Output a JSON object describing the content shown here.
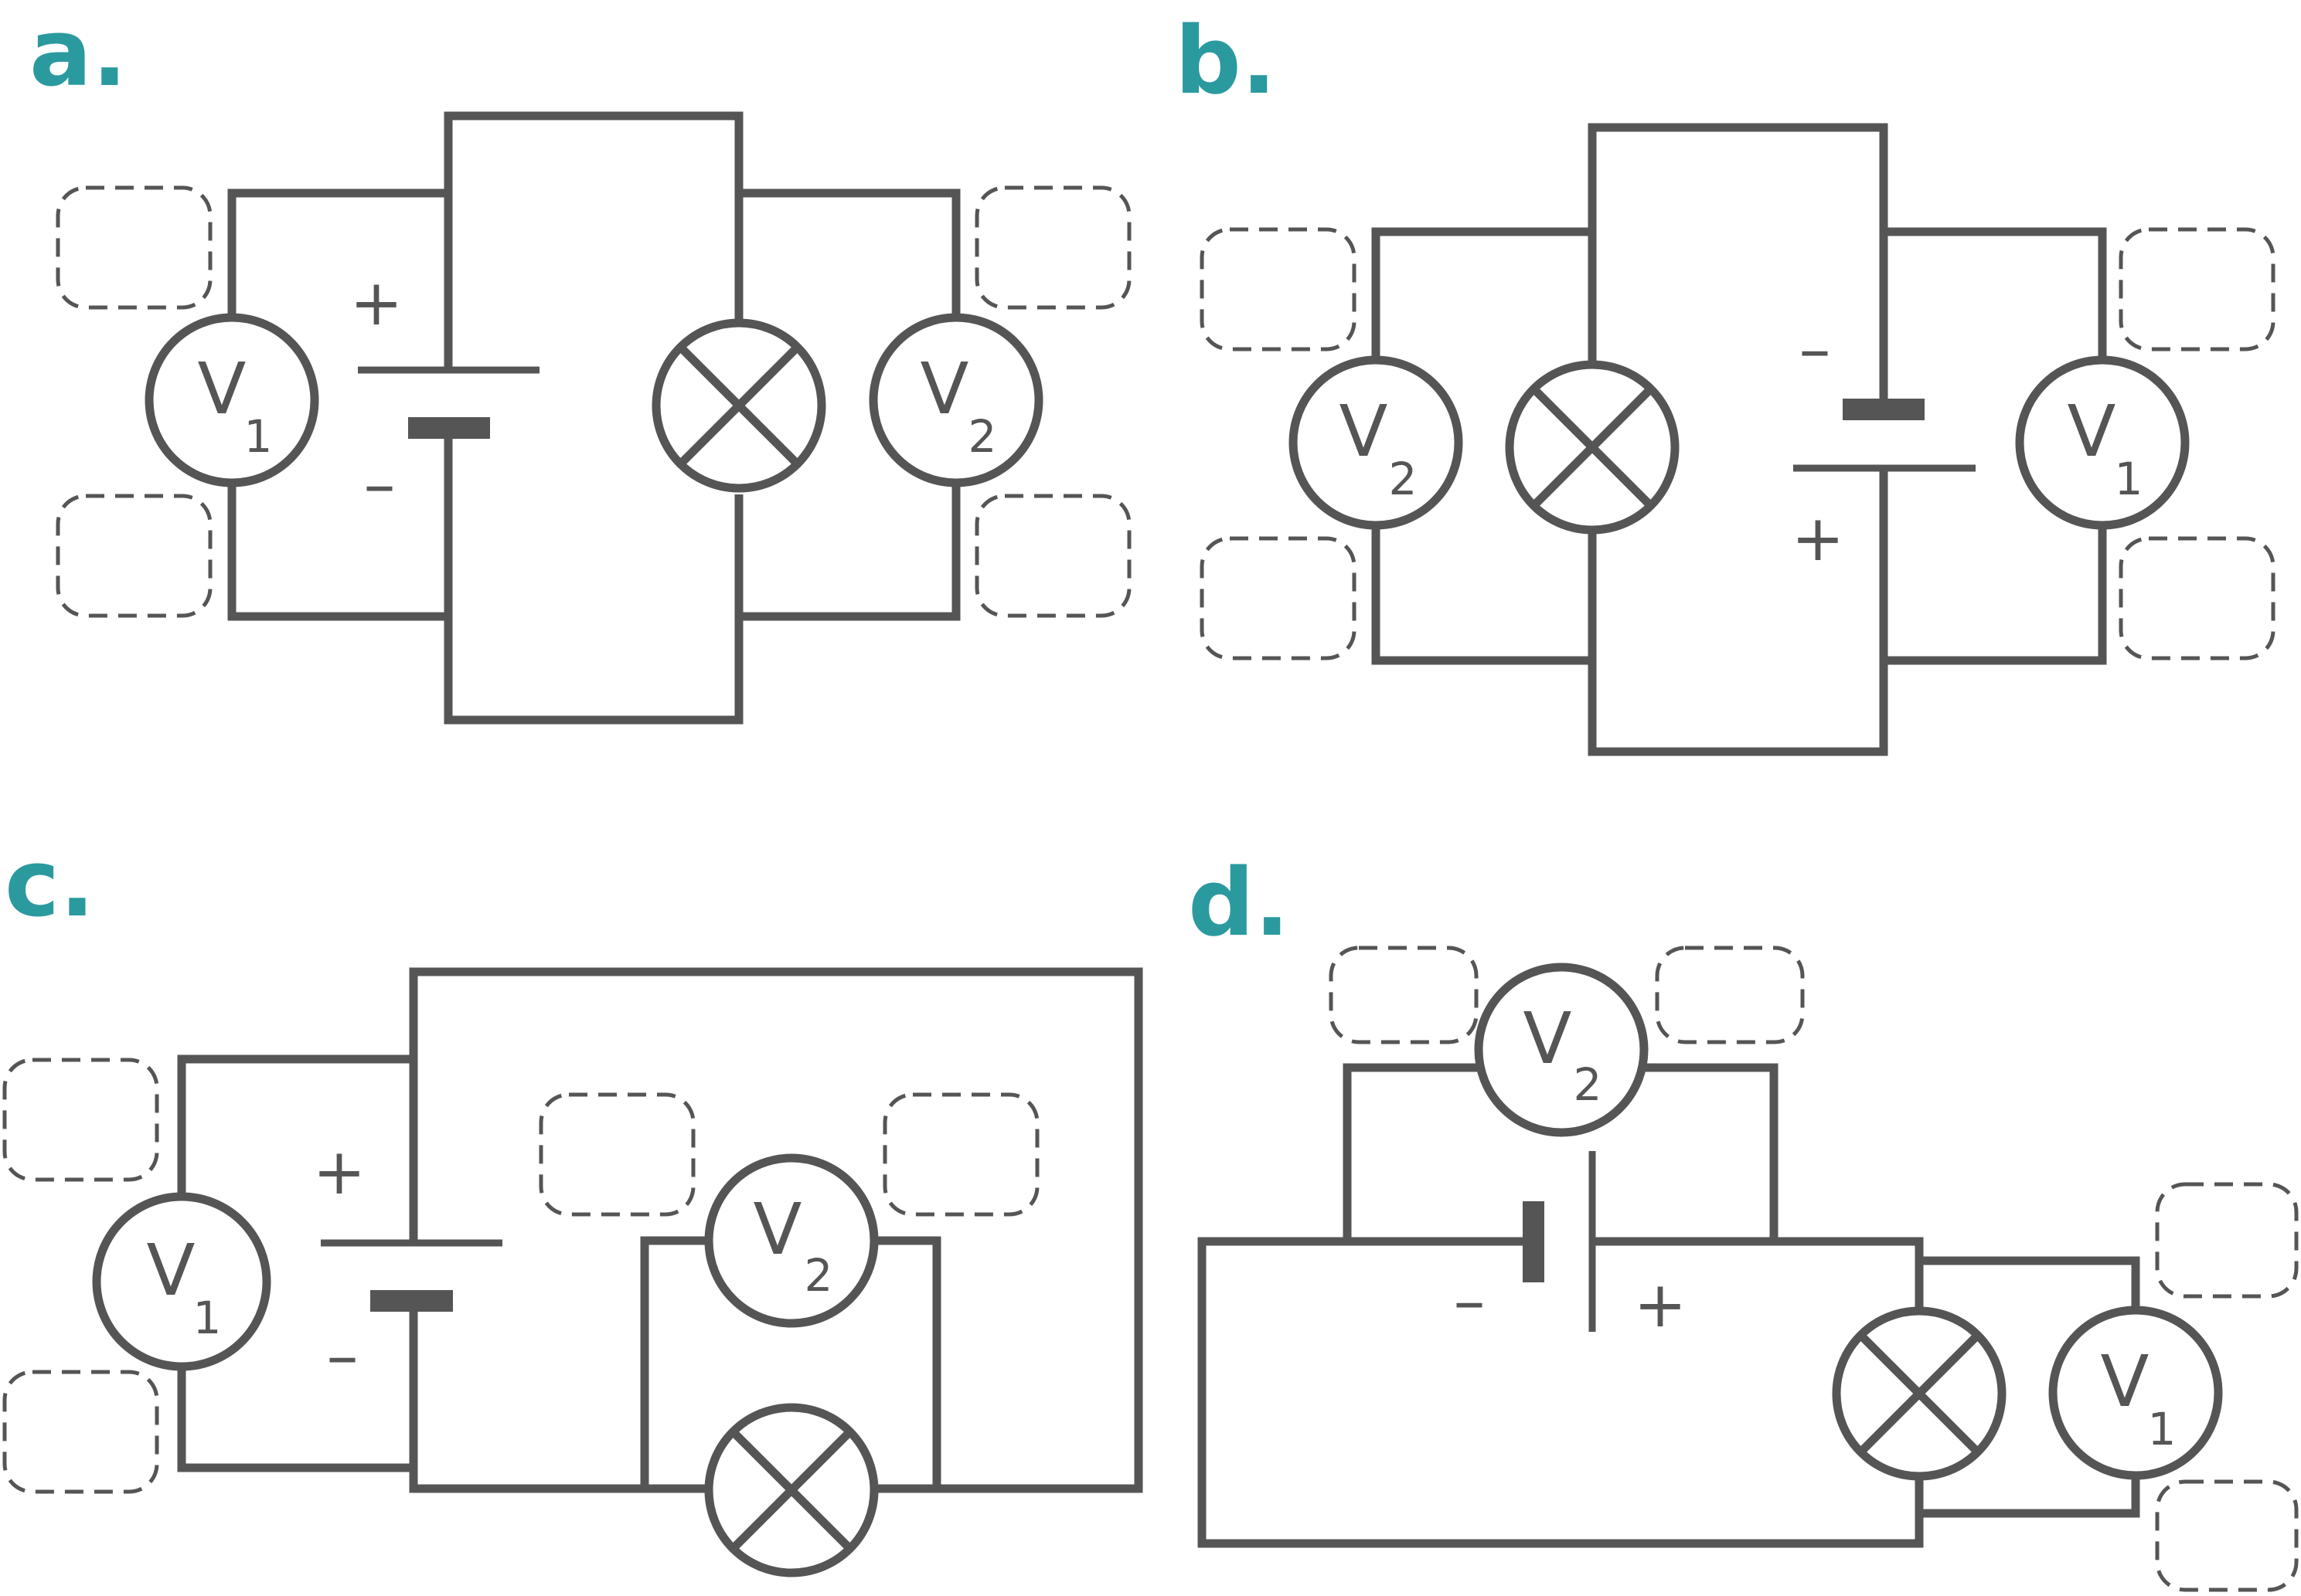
{
  "colors": {
    "accent": "#2a9a9f",
    "line": "#555555",
    "placeholder": "#555555"
  },
  "panels": [
    {
      "label": "a.",
      "battery": {
        "plus": "+",
        "minus": "–"
      },
      "meters": [
        {
          "letter": "V",
          "sub": "1"
        },
        {
          "letter": "V",
          "sub": "2"
        }
      ]
    },
    {
      "label": "b.",
      "battery": {
        "plus": "+",
        "minus": "–"
      },
      "meters": [
        {
          "letter": "V",
          "sub": "2"
        },
        {
          "letter": "V",
          "sub": "1"
        }
      ]
    },
    {
      "label": "c.",
      "battery": {
        "plus": "+",
        "minus": "–"
      },
      "meters": [
        {
          "letter": "V",
          "sub": "1"
        },
        {
          "letter": "V",
          "sub": "2"
        }
      ]
    },
    {
      "label": "d.",
      "battery": {
        "plus": "+",
        "minus": "–"
      },
      "meters": [
        {
          "letter": "V",
          "sub": "2"
        },
        {
          "letter": "V",
          "sub": "1"
        }
      ]
    }
  ]
}
